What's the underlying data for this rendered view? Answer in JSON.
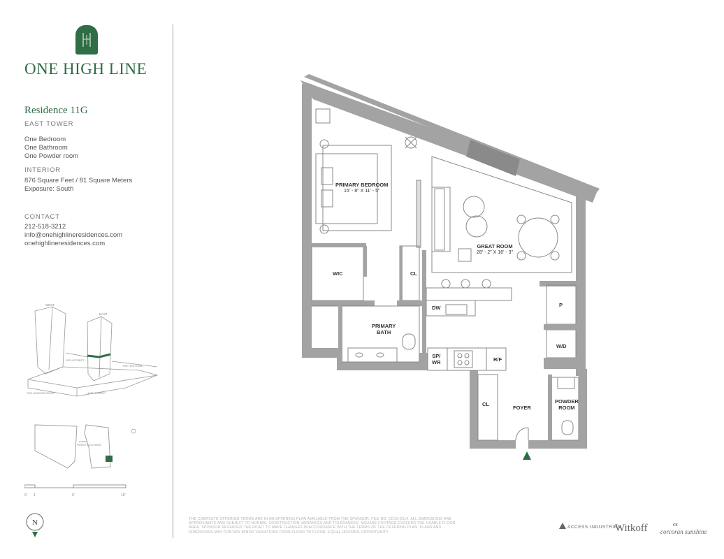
{
  "brand": {
    "name": "ONE HIGH LINE",
    "color": "#2f6d45"
  },
  "residence": {
    "title": "Residence 11G",
    "tower": "EAST TOWER",
    "features": [
      "One Bedroom",
      "One Bathroom",
      "One Powder room"
    ],
    "interior_label": "INTERIOR",
    "interior_size": "876 Square Feet / 81 Square Meters",
    "exposure": "Exposure: South"
  },
  "contact": {
    "label": "CONTACT",
    "phone": "212-518-3212",
    "email": "info@onehighlineresidences.com",
    "website": "onehighlineresidences.com"
  },
  "site_map": {
    "west_label": "WEST",
    "east_label": "EAST",
    "street_10th": "10TH STREET",
    "street_11th": "11TH STREET",
    "high_line": "THE HIGH LINE",
    "hudson": "THE HUDSON RIVER",
    "porte_cochere": "PORTE-COCHERE"
  },
  "scale": {
    "ticks": [
      "0'",
      "1'",
      "5'",
      "10'"
    ]
  },
  "compass": {
    "label": "N"
  },
  "rooms": {
    "primary_bedroom": {
      "name": "PRIMARY BEDROOM",
      "dims": "15' - 8\" X 11' - 5\""
    },
    "great_room": {
      "name": "GREAT ROOM",
      "dims": "28' - 2\" X 16' - 3\""
    },
    "wic": "WIC",
    "cl_bed": "CL",
    "primary_bath_1": "PRIMARY",
    "primary_bath_2": "BATH",
    "dw": "DW",
    "p": "P",
    "wd": "W/D",
    "sp_wr_1": "SP/",
    "sp_wr_2": "WR",
    "rf": "R/F",
    "cl_foyer": "CL",
    "foyer": "FOYER",
    "powder_1": "POWDER",
    "powder_2": "ROOM"
  },
  "disclaimer": "THE COMPLETE OFFERING TERMS ARE IN AN OFFERING PLAN AVAILABLE FROM THE SPONSOR. FILE NO. CD19-0314. ALL DIMENSIONS ARE APPROXIMATE AND SUBJECT TO NORMAL CONSTRUCTION VARIANCES AND TOLERANCES. SQUARE FOOTAGE EXCEEDS THE USABLE FLOOR AREA. SPONSOR RESERVES THE RIGHT TO MAKE CHANGES IN ACCORDANCE WITH THE TERMS OF THE OFFERING PLAN. PLANS AND DIMENSIONS MAY CONTAIN MINOR VARIATIONS FROM FLOOR TO FLOOR. EQUAL HOUSING OPPORTUNITY",
  "partners": {
    "access": "ACCESS INDUSTRIES",
    "witkoff": "Witkoff",
    "corcoran": "corcoran sunshine"
  },
  "colors": {
    "wall": "#a3a3a3",
    "line": "#888888",
    "entry_marker": "#2f6d45"
  }
}
